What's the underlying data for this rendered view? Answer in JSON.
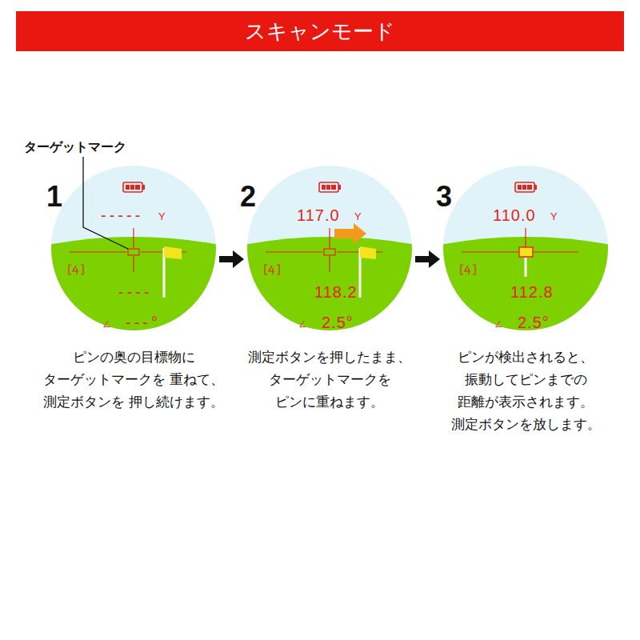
{
  "diagram": {
    "title": "スキャンモード",
    "nodes": [
      {
        "text": [
          "-----",
          "Y",
          "----",
          "∠",
          "---°"
        ]
      },
      {
        "text": [
          "117.0",
          "Y",
          "118.2",
          "∠",
          "2.5°"
        ]
      },
      {
        "text": [
          "110.0",
          "Y",
          "112.8",
          "∠",
          "2.5°"
        ]
      }
    ],
    "edges": [
      {
        "from": 0,
        "to": 1,
        "arrow": "to"
      },
      {
        "from": 1,
        "to": 2,
        "arrow": "to"
      }
    ],
    "labels": [
      "ターゲットマーク",
      "1",
      "2",
      "3",
      "ピンの奥の目標物に ターゲットマークを 重ねて、測定ボタンを 押し続けます。",
      "測定ボタンを押したまま、 ターゲットマークを ピンに重ねます。",
      "ピンが検出されると、 振動してピンまでの 距離が表示されます。 測定ボタンを放します。"
    ]
  }
}
